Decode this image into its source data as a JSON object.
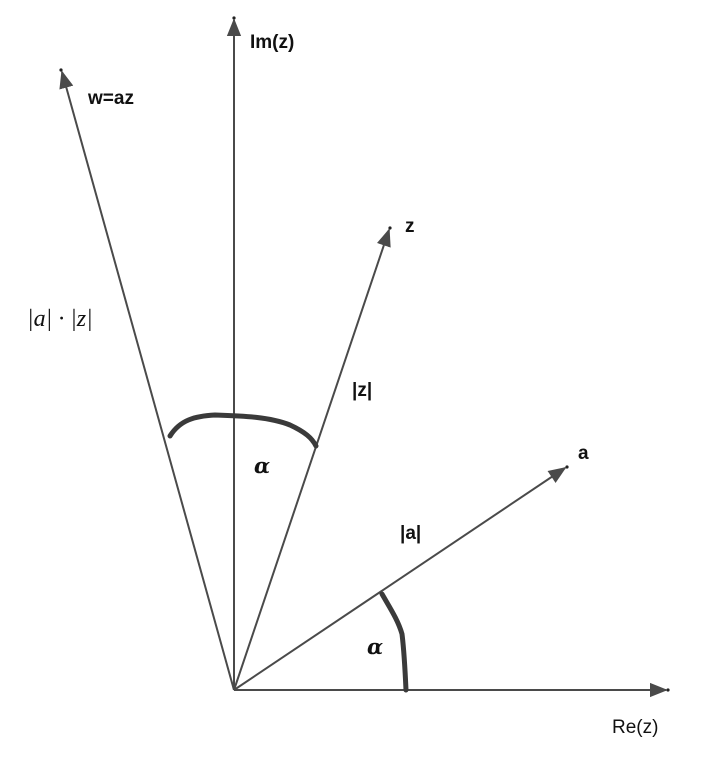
{
  "labels": {
    "im_axis": "Im(z)",
    "re_axis": "Re(z)",
    "w": "w=az",
    "z": "z",
    "a": "a",
    "mod_product": "|a| · |z|",
    "mod_z": "|z|",
    "mod_a": "|a|",
    "angle_upper": "α",
    "angle_lower": "α"
  },
  "colors": {
    "line": "#4a4a4a",
    "arc": "#3a3a3a"
  }
}
